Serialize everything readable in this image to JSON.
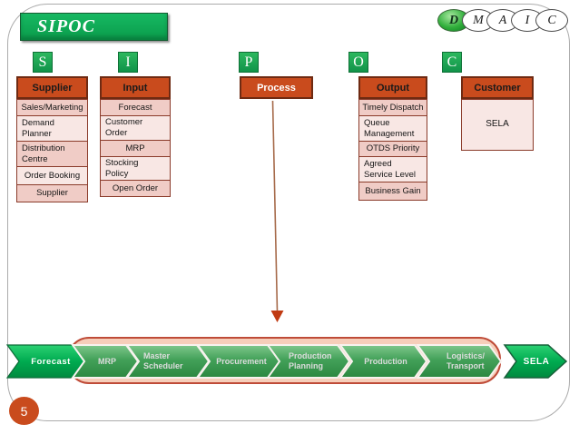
{
  "slide": {
    "title": "SIPOC",
    "page_number": "5",
    "dmaic": {
      "letters": [
        "D",
        "M",
        "A",
        "I",
        "C"
      ],
      "active_letter": "D"
    },
    "columns": {
      "supplier": {
        "letter": "S",
        "header": "Supplier",
        "items": [
          "Sales/Marketing",
          "Demand\nPlanner",
          "Distribution\nCentre",
          "Order Booking",
          "Supplier"
        ]
      },
      "input": {
        "letter": "I",
        "header": "Input",
        "items": [
          "Forecast",
          "Customer\nOrder",
          "MRP",
          "Stocking\nPolicy",
          "Open Order"
        ]
      },
      "process": {
        "letter": "P",
        "header": "Process"
      },
      "output": {
        "letter": "O",
        "header": "Output",
        "items": [
          "Timely Dispatch",
          "Queue\nManagement",
          "OTDS Priority",
          "Agreed\nService Level",
          "Business Gain"
        ]
      },
      "customer": {
        "letter": "C",
        "header": "Customer",
        "items": [
          "SELA"
        ]
      }
    },
    "flow": {
      "start": "Forecast",
      "steps": [
        {
          "l1": "MRP",
          "l2": ""
        },
        {
          "l1": "Master",
          "l2": "Scheduler"
        },
        {
          "l1": "Procurement",
          "l2": ""
        },
        {
          "l1": "Production",
          "l2": "Planning"
        },
        {
          "l1": "Production",
          "l2": ""
        },
        {
          "l1": "Logistics/",
          "l2": "Transport"
        }
      ],
      "end": "SELA"
    },
    "colors": {
      "header_bg": "#c94b1d",
      "header_border": "#6e2a12",
      "row_dark": "#f0ccc6",
      "row_light": "#f8e7e4",
      "title_green": "#0a9c4b",
      "badge_green": "#11934a",
      "flow_container_bg": "#f6ceba",
      "flow_container_border": "#bf4b38",
      "chevron_green": "#2e8c43",
      "bright_green": "#00a94f",
      "page_badge": "#c94b1d"
    }
  }
}
